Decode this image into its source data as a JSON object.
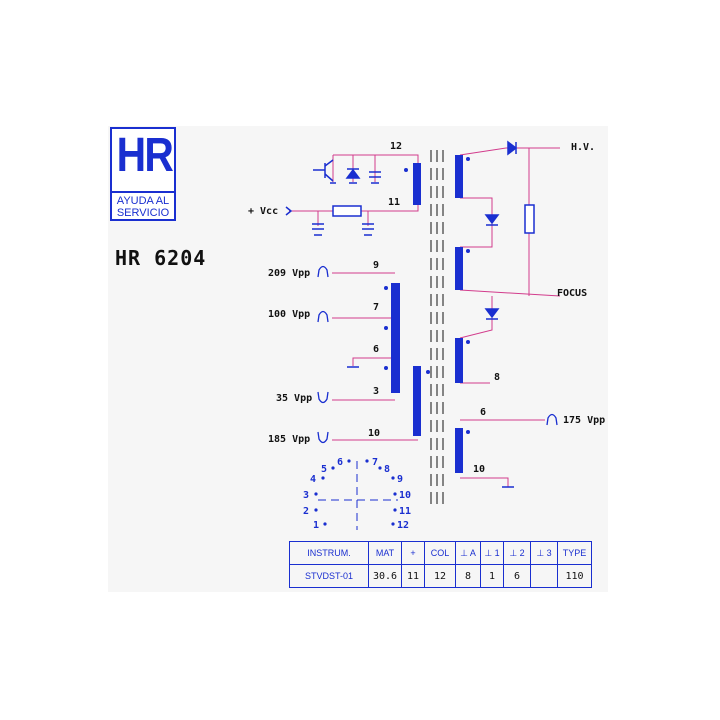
{
  "logo": {
    "mark": "HR",
    "tagline_1": "AYUDA AL",
    "tagline_2": "SERVICIO"
  },
  "model": "HR 6204",
  "colors": {
    "ink": "#1a2fd0",
    "wire": "#d23c8c",
    "text": "#111111",
    "panel": "#f6f6f6"
  },
  "schematic": {
    "primary_top_pins": {
      "top": "12",
      "bottom": "11"
    },
    "vcc_label": "+ Vcc",
    "hv_label": "H.V.",
    "focus_label": "FOCUS",
    "pin_8_label": "8",
    "aux_winding": {
      "pin_top": "6",
      "pin_bottom": "10",
      "output": "175 Vpp"
    },
    "secondary_outputs": [
      {
        "pin": "9",
        "voltage": "209 Vpp"
      },
      {
        "pin": "7",
        "voltage": "100 Vpp"
      },
      {
        "pin": "6",
        "voltage": ""
      },
      {
        "pin": "3",
        "voltage": "35 Vpp"
      },
      {
        "pin": "10",
        "voltage": "185 Vpp"
      }
    ]
  },
  "pinout": [
    "1",
    "2",
    "3",
    "4",
    "5",
    "6",
    "7",
    "8",
    "9",
    "10",
    "11",
    "12"
  ],
  "spec_table": {
    "headers": [
      "INSTRUM.",
      "MAT",
      "+",
      "COL",
      "⊥ A",
      "⊥ 1",
      "⊥ 2",
      "⊥ 3",
      "TYPE"
    ],
    "values": [
      "STVDST-01",
      "30.6",
      "11",
      "12",
      "8",
      "1",
      "6",
      "",
      "110"
    ]
  }
}
